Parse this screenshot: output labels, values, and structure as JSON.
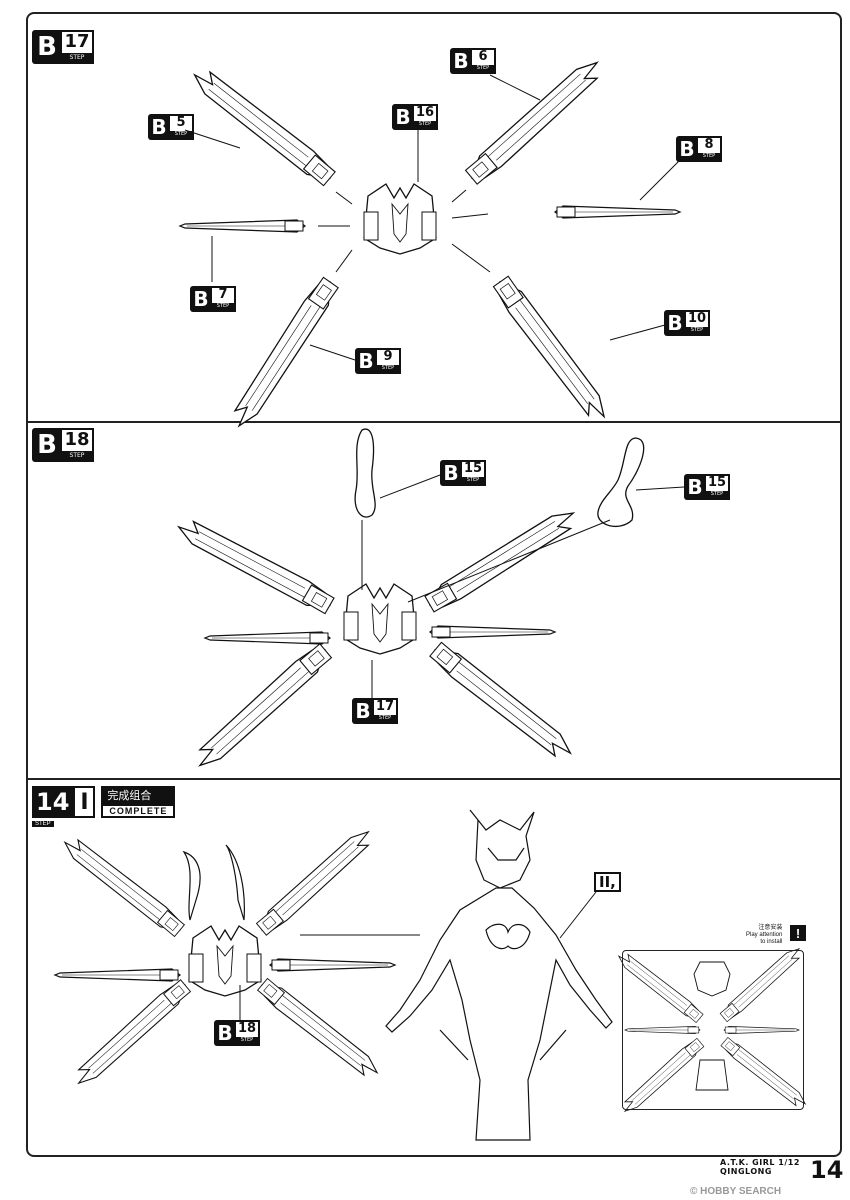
{
  "sections": {
    "step17": {
      "letter": "B",
      "num": "17",
      "step": "STEP"
    },
    "step18": {
      "letter": "B",
      "num": "18",
      "step": "STEP"
    },
    "step14": {
      "num": "14",
      "part": "I",
      "step": "STEP",
      "title_cn": "完成组合",
      "title_en": "COMPLETE"
    }
  },
  "callouts": {
    "b5": {
      "letter": "B",
      "num": "5",
      "step": "STEP"
    },
    "b6": {
      "letter": "B",
      "num": "6",
      "step": "STEP"
    },
    "b7": {
      "letter": "B",
      "num": "7",
      "step": "STEP"
    },
    "b8": {
      "letter": "B",
      "num": "8",
      "step": "STEP"
    },
    "b9": {
      "letter": "B",
      "num": "9",
      "step": "STEP"
    },
    "b10": {
      "letter": "B",
      "num": "10",
      "step": "STEP"
    },
    "b16": {
      "letter": "B",
      "num": "16",
      "step": "STEP"
    },
    "b15a": {
      "letter": "B",
      "num": "15",
      "step": "STEP"
    },
    "b15b": {
      "letter": "B",
      "num": "15",
      "step": "STEP"
    },
    "b17": {
      "letter": "B",
      "num": "17",
      "step": "STEP"
    },
    "b18": {
      "letter": "B",
      "num": "18",
      "step": "STEP"
    },
    "i11": {
      "label": "II,"
    }
  },
  "attention": {
    "cn": "注意安装",
    "en1": "Play attention",
    "en2": "to install",
    "icon": "exclamation-icon"
  },
  "footer": {
    "line1": "A.T.K. GIRL 1/12",
    "line2": "QINGLONG",
    "page": "14"
  },
  "watermark": "© HOBBY SEARCH"
}
